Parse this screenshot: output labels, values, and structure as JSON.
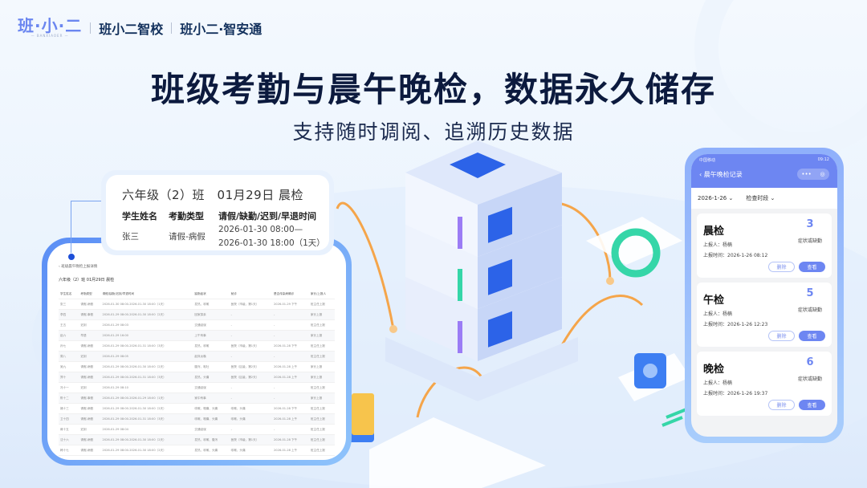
{
  "logo": {
    "mark": "班·小·二",
    "sub": "— BANXIAOER —",
    "brand1": "班小二智校",
    "brand2": "班小二·智安通"
  },
  "headline": "班级考勤与晨午晚检，数据永久储存",
  "subheadline": "支持随时调阅、追溯历史数据",
  "popup": {
    "title": "六年级（2）班　01月29日  晨检",
    "headers": [
      "学生姓名",
      "考勤类型",
      "请假/缺勤/迟到/早退时间"
    ],
    "name": "张三",
    "type": "请假-病假",
    "time1": "2026-01-30 08:00—",
    "time2": "2026-01-30 18:00（1天）"
  },
  "table": {
    "back": "‹ 班级晨午晚检上报详情",
    "heading": "六年级（2）班  01月29日  晨检",
    "columns": [
      "学生姓名",
      "考勤类型",
      "请假/缺勤/迟到/早退时间",
      "缺勤症状",
      "就诊",
      "是否传染病确诊",
      "家长/上报人"
    ],
    "rows": [
      [
        "张三",
        "请假-病假",
        "2026-01-30 08:00-2026-01-30 18:00（1天）",
        "发热、咳嗽",
        "医院（市级，第1天）",
        "2026-01-29 下午",
        "班主任上报"
      ],
      [
        "李四",
        "请假-事假",
        "2026-01-29 08:00-2026-01-30 18:00（2天）",
        "回家探亲",
        "-",
        "-",
        "家长上报"
      ],
      [
        "王五",
        "迟到",
        "2026-01-29 08:03",
        "交通延误",
        "-",
        "-",
        "班主任上报"
      ],
      [
        "赵六",
        "早退",
        "2026-01-29 16:00",
        "上午有事",
        "-",
        "-",
        "家长上报"
      ],
      [
        "孙七",
        "请假-病假",
        "2026-01-29 08:00-2026-01-31 18:00（3天）",
        "发热、咳嗽",
        "医院（市级，第1天）",
        "2026-01-28 下午",
        "班主任上报"
      ],
      [
        "周八",
        "迟到",
        "2026-01-29 08:05",
        "起床太晚",
        "-",
        "-",
        "班主任上报"
      ],
      [
        "吴九",
        "请假-病假",
        "2026-01-29 08:00-2026-01-30 18:00（2天）",
        "腹泻、呕吐",
        "医院（区级，第2天）",
        "2026-01-28 上午",
        "家长上报"
      ],
      [
        "郑十",
        "请假-病假",
        "2026-01-29 08:00-2026-01-31 18:00（3天）",
        "发热、头痛",
        "医院（区级，第2天）",
        "2026-01-28 上午",
        "家长上报"
      ],
      [
        "冯十一",
        "迟到",
        "2026-01-29 08:10",
        "交通延误",
        "-",
        "-",
        "班主任上报"
      ],
      [
        "陈十二",
        "请假-事假",
        "2026-01-29 08:00-2026-01-29 18:00（1天）",
        "家中有事",
        "-",
        "-",
        "家长上报"
      ],
      [
        "褚十三",
        "请假-病假",
        "2026-01-29 08:00-2026-01-30 18:00（2天）",
        "咳嗽、咽痛、头痛",
        "咳嗽、头痛",
        "2026-01-28 下午",
        "班主任上报"
      ],
      [
        "卫十四",
        "请假-病假",
        "2026-01-29 08:00-2026-01-31 18:00（3天）",
        "咳嗽、咽痛、头痛",
        "咳嗽、头痛",
        "2026-01-28 上午",
        "班主任上报"
      ],
      [
        "蒋十五",
        "迟到",
        "2026-01-29 08:04",
        "交通延误",
        "-",
        "-",
        "班主任上报"
      ],
      [
        "沈十六",
        "请假-病假",
        "2026-01-29 08:00-2026-01-30 18:00（2天）",
        "发热、咳嗽、腹泻",
        "医院（市级，第1天）",
        "2026-01-28 下午",
        "班主任上报"
      ],
      [
        "韩十七",
        "请假-病假",
        "2026-01-29 08:00-2026-01-30 18:00（2天）",
        "发热、咳嗽、头痛",
        "咳嗽、头痛",
        "2026-01-28 上午",
        "班主任上报"
      ]
    ]
  },
  "phone": {
    "carrier": "中国移动",
    "clock": "09:12",
    "title": "晨午晚检记录",
    "date_filter": "2026-1-26 ⌄",
    "period_filter": "检查时段 ⌄",
    "count_label": "症状或缺勤",
    "reporter_label": "上报人：",
    "time_label": "上报时间：",
    "delete": "删除",
    "view": "查看",
    "cards": [
      {
        "title": "晨检",
        "count": "3",
        "reporter": "杨楠",
        "time": "2026-1-26 08:12"
      },
      {
        "title": "午检",
        "count": "5",
        "reporter": "杨楠",
        "time": "2026-1-26 12:23"
      },
      {
        "title": "晚检",
        "count": "6",
        "reporter": "杨楠",
        "time": "2026-1-26 19:37"
      }
    ]
  },
  "colors": {
    "accent": "#6d86f2",
    "title": "#0c1a3e",
    "frame": "#5b8ef5"
  }
}
